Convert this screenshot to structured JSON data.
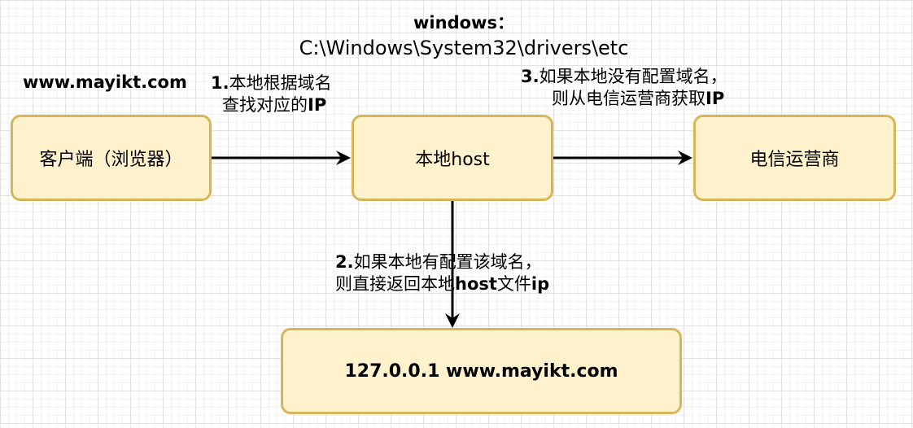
{
  "header": {
    "title": "windows：",
    "path": "C:\\Windows\\System32\\drivers\\etc"
  },
  "domain_label": "www.mayikt.com",
  "nodes": {
    "client": "客户端（浏览器）",
    "local_host": "本地host",
    "isp": "电信运营商",
    "hosts_entry": "127.0.0.1 www.mayikt.com"
  },
  "edges": {
    "step1": {
      "num": "1.",
      "line1": "本地根据域名",
      "line2_prefix": "查找对应的",
      "line2_strong": "IP"
    },
    "step3": {
      "num": "3.",
      "line1": "如果本地没有配置域名，",
      "line2_prefix": "则从电信运营商获取",
      "line2_strong": "IP"
    },
    "step2": {
      "num": "2.",
      "line1": "如果本地有配置该域名，",
      "line2_prefix": "则直接返回本地",
      "line2_strong": "host",
      "line2_mid": "文件",
      "line2_end": "ip"
    }
  },
  "colors": {
    "node_fill": "#fff2cc",
    "node_border": "#d6b656",
    "arrow": "#000000",
    "grid_major": "#e2e2e2",
    "grid_minor": "#f3f3f3"
  }
}
